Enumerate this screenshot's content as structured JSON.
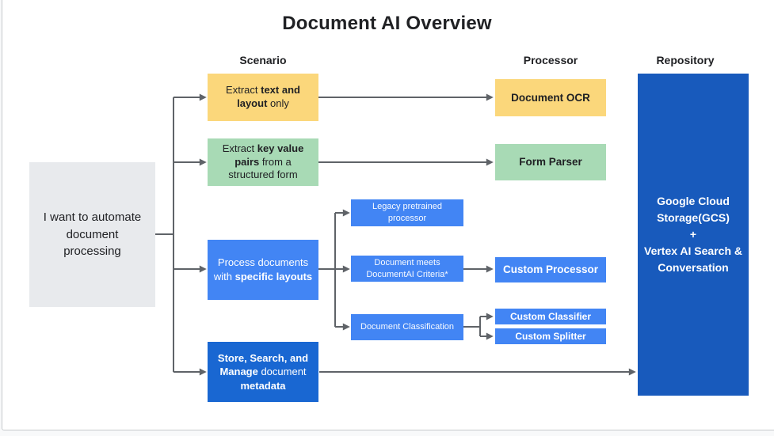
{
  "title": "Document AI Overview",
  "column_headers": {
    "scenario": "Scenario",
    "processor": "Processor",
    "repository": "Repository"
  },
  "colors": {
    "yellow": "#FBD77B",
    "green": "#A8DAB5",
    "blue": "#4285F4",
    "blue_dark": "#1967D2",
    "blue_repo": "#185ABC",
    "gray_box": "#E8EAED",
    "arrow": "#5F6368",
    "text_dark": "#202124",
    "border": "#C6C9CC"
  },
  "nodes": {
    "intent": {
      "label": "I want to automate\ndocument\nprocessing"
    },
    "extract_text": {
      "segments": [
        {
          "t": "Extract "
        },
        {
          "t": "text and\nlayout",
          "b": true
        },
        {
          "t": " only"
        }
      ]
    },
    "extract_keyvalue": {
      "segments": [
        {
          "t": "Extract "
        },
        {
          "t": "key value\npairs",
          "b": true
        },
        {
          "t": " from a\nstructured form"
        }
      ]
    },
    "specific_layouts": {
      "segments": [
        {
          "t": "Process documents\nwith "
        },
        {
          "t": "specific layouts",
          "b": true
        }
      ]
    },
    "store_metadata": {
      "segments": [
        {
          "t": "Store, Search, and\nManage",
          "b": true
        },
        {
          "t": " document\n"
        },
        {
          "t": "metadata",
          "b": true
        }
      ]
    },
    "legacy_processor": {
      "label": "Legacy pretrained\nprocessor"
    },
    "document_meets": {
      "label": "Document meets\nDocumentAI Criteria*"
    },
    "document_classification": {
      "label": "Document Classification"
    },
    "document_ocr": {
      "label": "Document OCR"
    },
    "form_parser": {
      "label": "Form Parser"
    },
    "custom_processor": {
      "label": "Custom Processor"
    },
    "custom_classifier": {
      "label": "Custom Classifier"
    },
    "custom_splitter": {
      "label": "Custom Splitter"
    },
    "repository": {
      "label": "Google Cloud\nStorage(GCS)\n+\nVertex AI Search &\nConversation"
    }
  }
}
